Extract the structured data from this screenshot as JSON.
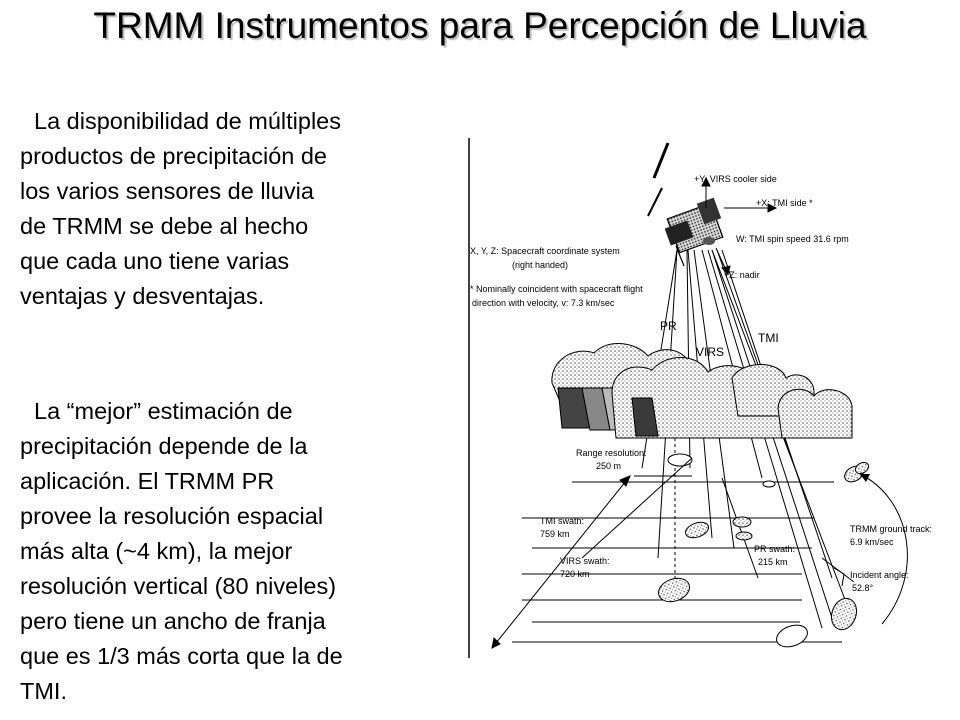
{
  "slide": {
    "title": "TRMM Instrumentos para Percepción de Lluvia",
    "paragraph_1": "La disponibilidad de múltiples\nproductos de precipitación de\nlos varios sensores de lluvia\nde TRMM se debe al hecho\nque cada uno tiene varias\nventajas y desventajas.",
    "paragraph_2": "La “mejor” estimación de\nprecipitación depende de la\naplicación. El TRMM PR\nprovee la resolución espacial\nmás alta (~4 km), la mejor\nresolución vertical (80 niveles)\npero tiene un ancho de franja\nque es 1/3 más corta que la de\nTMI."
  },
  "figure": {
    "labels": {
      "virs_cooler": "+Y: VIRS cooler side",
      "tmi_side": "+X: TMI side *",
      "spin_speed": "W: TMI spin speed 31.6 rpm",
      "nadir": "+Z: nadir",
      "coord_1": "X, Y, Z: Spacecraft coordinate system",
      "coord_2": "(right handed)",
      "nominal_1": "* Nominally coincident with spacecraft flight",
      "nominal_2": "direction with  velocity, v: 7.3 km/sec",
      "pr": "PR",
      "virs": "VIRS",
      "tmi": "TMI",
      "range_res_1": "Range resolution:",
      "range_res_2": "250 m",
      "tmi_swath_1": "TMI swath:",
      "tmi_swath_2": "759 km",
      "virs_swath_1": "VIRS swath:",
      "virs_swath_2": "720 km",
      "pr_swath_1": "PR swath:",
      "pr_swath_2": "215 km",
      "ground_track_1": "TRMM ground track:",
      "ground_track_2": "6.9 km/sec",
      "incident_1": "Incident angle:",
      "incident_2": "52.8°"
    }
  }
}
